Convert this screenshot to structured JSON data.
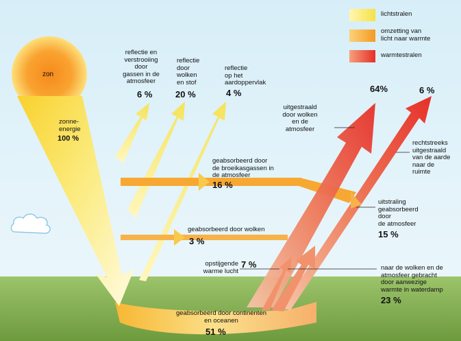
{
  "legend": [
    {
      "label": "lichtstralen",
      "color": "#fff27a"
    },
    {
      "label": "omzetting van\nlicht naar warmte",
      "color": "#f7a832"
    },
    {
      "label": "warmtestralen",
      "color": "#e8463e"
    }
  ],
  "sun": {
    "label": "zon",
    "color": "#f48a1d"
  },
  "incoming": {
    "label": "zonne-\nenergie",
    "pct": "100 %"
  },
  "reflect_gas": {
    "label": "reflectie en\nverstrooiing\ndoor\ngassen in de\natmosfeer",
    "pct": "6 %"
  },
  "reflect_clouds": {
    "label": "reflectie\ndoor\nwolken\nen stof",
    "pct": "20 %"
  },
  "reflect_surface": {
    "label": "reflectie\nop het\naardoppervlak",
    "pct": "4 %"
  },
  "absorbed_greenhouse": {
    "label": "geabsorbeerd door\nde broeikasgassen in\nde atmosfeer",
    "pct": "16 %"
  },
  "absorbed_clouds": {
    "label": "geabsorbeerd door wolken",
    "pct": "3 %"
  },
  "absorbed_surface": {
    "label": "geabsorbeerd door continenten\nen oceanen",
    "pct": "51 %"
  },
  "radiated_clouds": {
    "label": "uitgestraald\ndoor wolken\nen de\natmosfeer",
    "pct": "64%"
  },
  "direct": {
    "label": "rechtstreeks\nuitgestraald\nvan de aarde\nnaar de\nruimte",
    "pct": "6 %"
  },
  "emission": {
    "label": "uitstraling\ngeabsorbeerd\ndoor\nde atmosfeer",
    "pct": "15 %"
  },
  "convection": {
    "label": "opstijgende\nwarme lucht",
    "pct": "7 %"
  },
  "latent": {
    "label": "naar de wolken en de\natmosfeer gebracht\ndoor aanwezige\nwarmte in waterdamp",
    "pct": "23 %"
  }
}
